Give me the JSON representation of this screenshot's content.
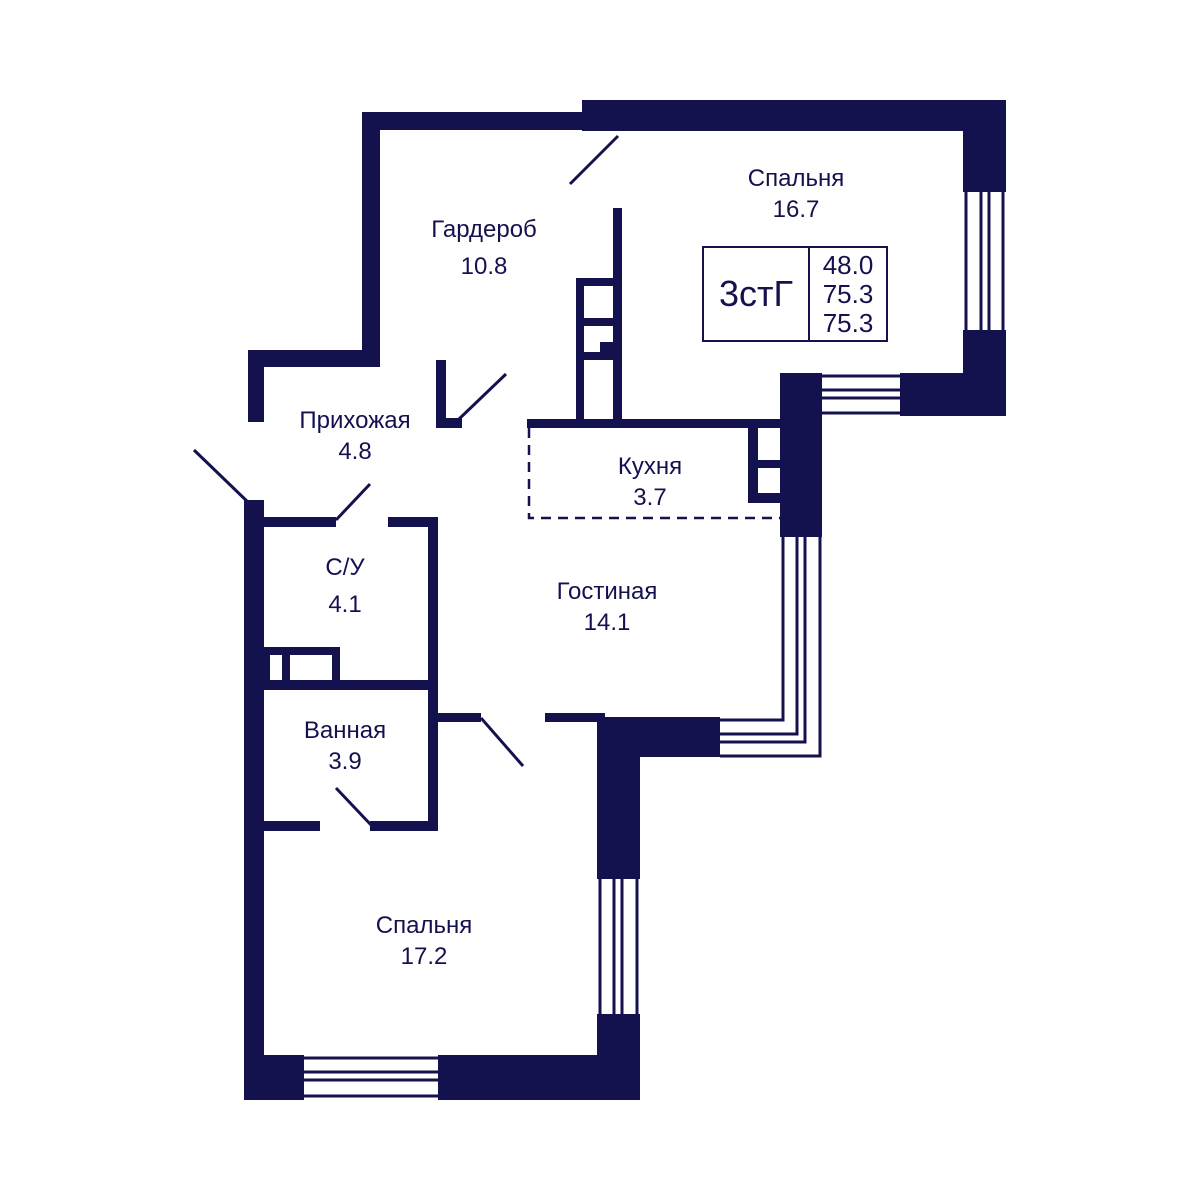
{
  "rooms": [
    {
      "id": "bedroom-1",
      "name": "Спальня",
      "area": "16.7"
    },
    {
      "id": "wardrobe",
      "name": "Гардероб",
      "area": "10.8"
    },
    {
      "id": "hallway",
      "name": "Прихожая",
      "area": "4.8"
    },
    {
      "id": "kitchen",
      "name": "Кухня",
      "area": "3.7"
    },
    {
      "id": "wc",
      "name": "С/У",
      "area": "4.1"
    },
    {
      "id": "living-room",
      "name": "Гостиная",
      "area": "14.1"
    },
    {
      "id": "bathroom",
      "name": "Ванная",
      "area": "3.9"
    },
    {
      "id": "bedroom-2",
      "name": "Спальня",
      "area": "17.2"
    }
  ],
  "apartment": {
    "code": "3стГ",
    "areas": [
      "48.0",
      "75.3",
      "75.3"
    ]
  },
  "colors": {
    "wall": "#14114f",
    "background": "#ffffff"
  }
}
